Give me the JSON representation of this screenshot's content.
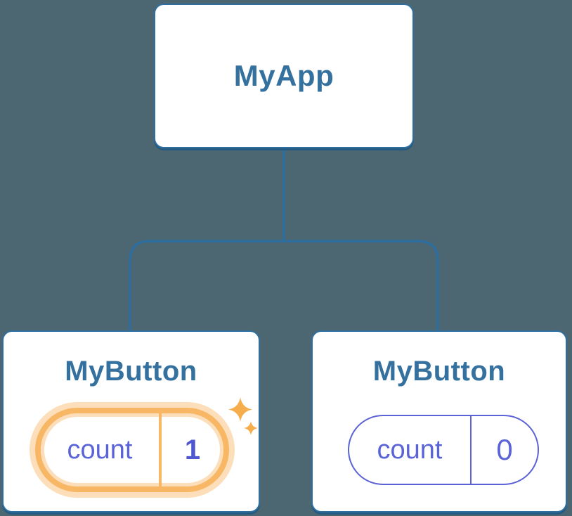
{
  "tree": {
    "root": {
      "label": "MyApp"
    },
    "children": [
      {
        "label": "MyButton",
        "state": {
          "name": "count",
          "value": "1"
        },
        "highlighted": true
      },
      {
        "label": "MyButton",
        "state": {
          "name": "count",
          "value": "0"
        },
        "highlighted": false
      }
    ]
  },
  "icons": {
    "sparkles": "sparkles-icon"
  },
  "colors": {
    "background": "#4c6772",
    "node_border": "#2e6f9f",
    "node_title": "#35719f",
    "node_background": "#ffffff",
    "connector": "#2d6e9e",
    "state_text": "#5a63d8",
    "state_value_bold": "#4f57cf",
    "state_border": "#5b63d6",
    "highlight_orange": "#f8b765",
    "highlight_halo": "#fbdfae",
    "sparkle": "#f6ad4c"
  }
}
